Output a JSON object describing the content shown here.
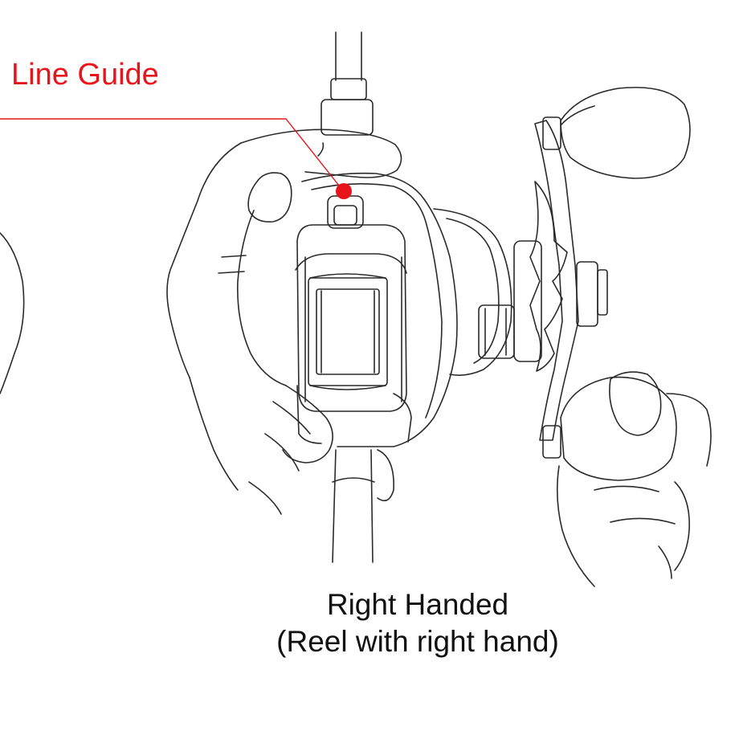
{
  "callout": {
    "label": "Line Guide",
    "color": "#e8141b"
  },
  "caption": {
    "line1": "Right Handed",
    "line2": "(Reel with right hand)"
  },
  "colors": {
    "outline": "#2a2a2a",
    "background": "#ffffff",
    "text": "#111111"
  }
}
